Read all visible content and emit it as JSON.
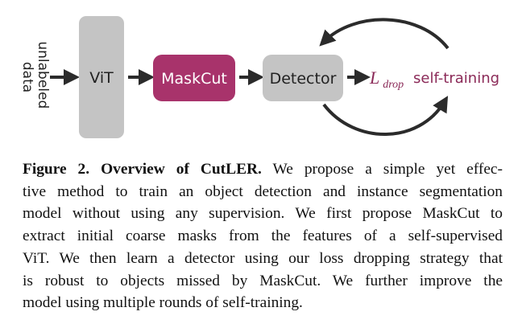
{
  "diagram": {
    "input_label_line1": "unlabeled",
    "input_label_line2": "data",
    "vit_label": "ViT",
    "maskcut_label": "MaskCut",
    "detector_label": "Detector",
    "loss_symbol": "L",
    "loss_subscript": "drop",
    "self_training_label": "self-training",
    "colors": {
      "vit_box": "#c4c4c4",
      "maskcut_box": "#a8336b",
      "detector_box": "#c4c4c4",
      "accent_text": "#8b2a58",
      "arrow": "#2b2b2b"
    }
  },
  "caption": {
    "figure_label": "Figure 2.",
    "title": "Overview of CutLER.",
    "lines": [
      " We propose a simple yet effec-",
      "tive method to train an object detection and instance segmentation",
      "model without using any supervision. We first propose MaskCut to",
      "extract initial coarse masks from the features of a self-supervised",
      "ViT. We then learn a detector using our loss dropping strategy that",
      "is robust to objects missed by MaskCut.  We further improve the",
      "model using multiple rounds of self-training."
    ]
  }
}
